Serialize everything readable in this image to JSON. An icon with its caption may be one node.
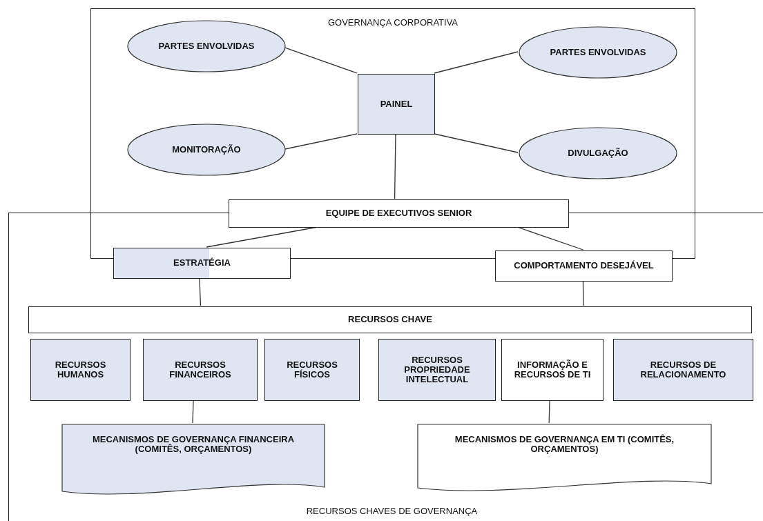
{
  "diagram": {
    "nodes": [
      {
        "text": [
          "GOVERNANÇA CORPORATIVA"
        ]
      },
      {
        "text": [
          "PARTES ENVOLVIDAS"
        ],
        "in": 0
      },
      {
        "text": [
          "PARTES ENVOLVIDAS"
        ],
        "in": 0
      },
      {
        "text": [
          "PAINEL"
        ],
        "in": 0
      },
      {
        "text": [
          "MONITORAÇÃO"
        ],
        "in": 0
      },
      {
        "text": [
          "DIVULGAÇÃO"
        ],
        "in": 0
      },
      {
        "text": [
          "EQUIPE DE EXECUTIVOS SENIOR"
        ],
        "in": 0
      },
      {
        "text": [
          "RECURSOS CHAVES DE GOVERNANÇA"
        ]
      },
      {
        "text": [
          "ESTRATÉGIA"
        ],
        "in": 7
      },
      {
        "text": [
          "COMPORTAMENTO DESEJÁVEL"
        ],
        "in": 7
      },
      {
        "text": [
          "RECURSOS CHAVE"
        ],
        "in": 7
      },
      {
        "text": [
          "RECURSOS HUMANOS"
        ],
        "in": 7
      },
      {
        "text": [
          "RECURSOS FINANCEIROS"
        ],
        "in": 7
      },
      {
        "text": [
          "RECURSOS FÍSICOS"
        ],
        "in": 7
      },
      {
        "text": [
          "RECURSOS PROPRIEDADE INTELECTUAL"
        ],
        "in": 7
      },
      {
        "text": [
          "INFORMAÇÃO E RECURSOS DE TI"
        ],
        "in": 7
      },
      {
        "text": [
          "RECURSOS DE RELACIONAMENTO"
        ],
        "in": 7
      },
      {
        "text": [
          "MECANISMOS DE GOVERNANÇA FINANCEIRA (COMITÊS, ORÇAMENTOS)"
        ],
        "in": 7
      },
      {
        "text": [
          "MECANISMOS DE GOVERNANÇA EM TI (COMITÊS, ORÇAMENTOS)"
        ],
        "in": 7
      }
    ],
    "edges": [
      {
        "from": 1,
        "to": 3,
        "arrow": "none"
      },
      {
        "from": 2,
        "to": 3,
        "arrow": "none"
      },
      {
        "from": 4,
        "to": 3,
        "arrow": "none"
      },
      {
        "from": 5,
        "to": 3,
        "arrow": "none"
      },
      {
        "from": 3,
        "to": 6,
        "arrow": "none"
      },
      {
        "from": 6,
        "to": 8,
        "arrow": "none"
      },
      {
        "from": 6,
        "to": 9,
        "arrow": "none"
      },
      {
        "from": 8,
        "to": 10,
        "arrow": "none"
      },
      {
        "from": 9,
        "to": 10,
        "arrow": "none"
      },
      {
        "from": 12,
        "to": 17,
        "arrow": "none"
      },
      {
        "from": 15,
        "to": 18,
        "arrow": "none"
      }
    ]
  }
}
